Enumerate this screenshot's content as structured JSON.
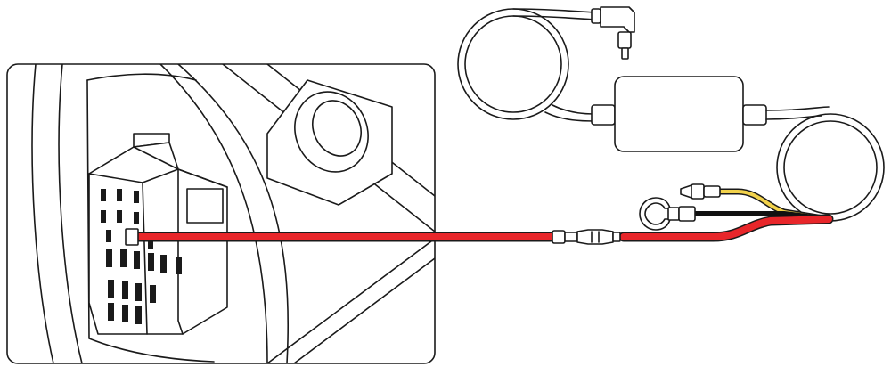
{
  "diagram": {
    "description_text": "",
    "colors": {
      "outline": "#1a1a1a",
      "power_wire": "#e8262a",
      "acc_wire": "#f2d24b",
      "ground_wire": "#111111",
      "background": "#ffffff"
    },
    "components": [
      "fuse-box-panel",
      "fuse-tap-connector",
      "hardwire-kit-converter-box",
      "right-angle-usb-plug",
      "cable-coil-top",
      "cable-coil-right",
      "acc-wire-connector",
      "ground-ring-terminal",
      "inline-fuse-holder"
    ]
  }
}
